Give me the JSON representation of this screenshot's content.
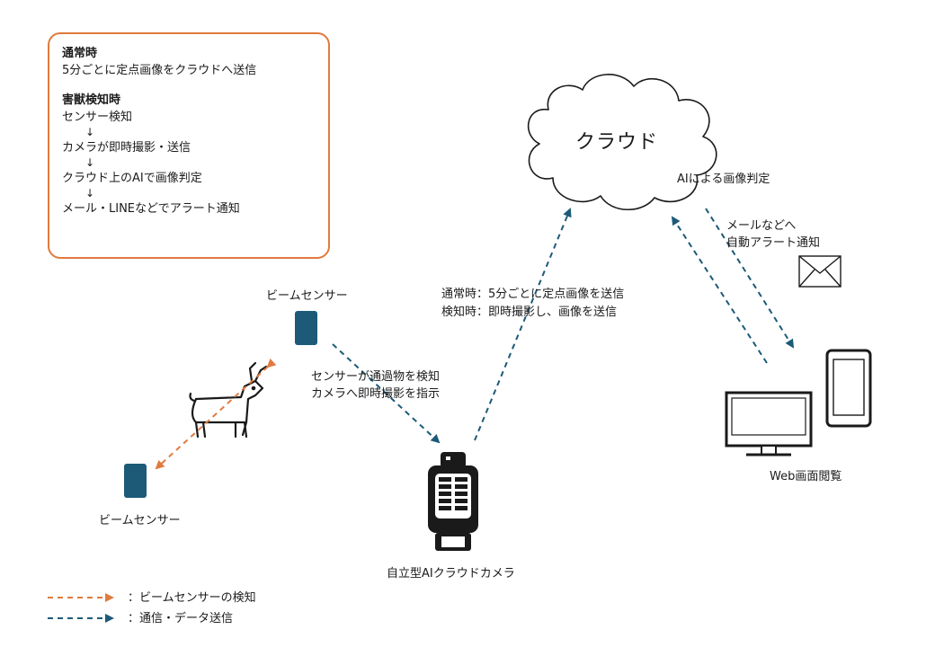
{
  "info_box": {
    "normal_heading": "通常時",
    "normal_text": "5分ごとに定点画像をクラウドへ送信",
    "detect_heading": "害獣検知時",
    "steps": [
      "センサー検知",
      "カメラが即時撮影・送信",
      "クラウド上のAIで画像判定",
      "メール・LINEなどでアラート通知"
    ],
    "arrow_glyph": "↓"
  },
  "cloud": {
    "title": "クラウド",
    "ai_label": "AIによる画像判定"
  },
  "alert_label": {
    "line1": "メールなどへ",
    "line2": "自動アラート通知"
  },
  "upload_label": {
    "line1": "通常時：5分ごとに定点画像を送信",
    "line2": "検知時：即時撮影し、画像を送信"
  },
  "sensor_label": {
    "line1": "センサーが通過物を検知",
    "line2": "カメラへ即時撮影を指示"
  },
  "nodes": {
    "sensor_top": "ビームセンサー",
    "sensor_bottom": "ビームセンサー",
    "camera": "自立型AIクラウドカメラ",
    "web": "Web画面閲覧"
  },
  "legend": [
    {
      "label": "：ビームセンサーの検知",
      "color": "#e07a3e"
    },
    {
      "label": "：通信・データ送信",
      "color": "#1c5a78"
    }
  ],
  "colors": {
    "orange": "#e07a3e",
    "teal": "#1c5a78",
    "sensor_fill": "#1c5a78",
    "icon_dark": "#1a1a1a"
  }
}
